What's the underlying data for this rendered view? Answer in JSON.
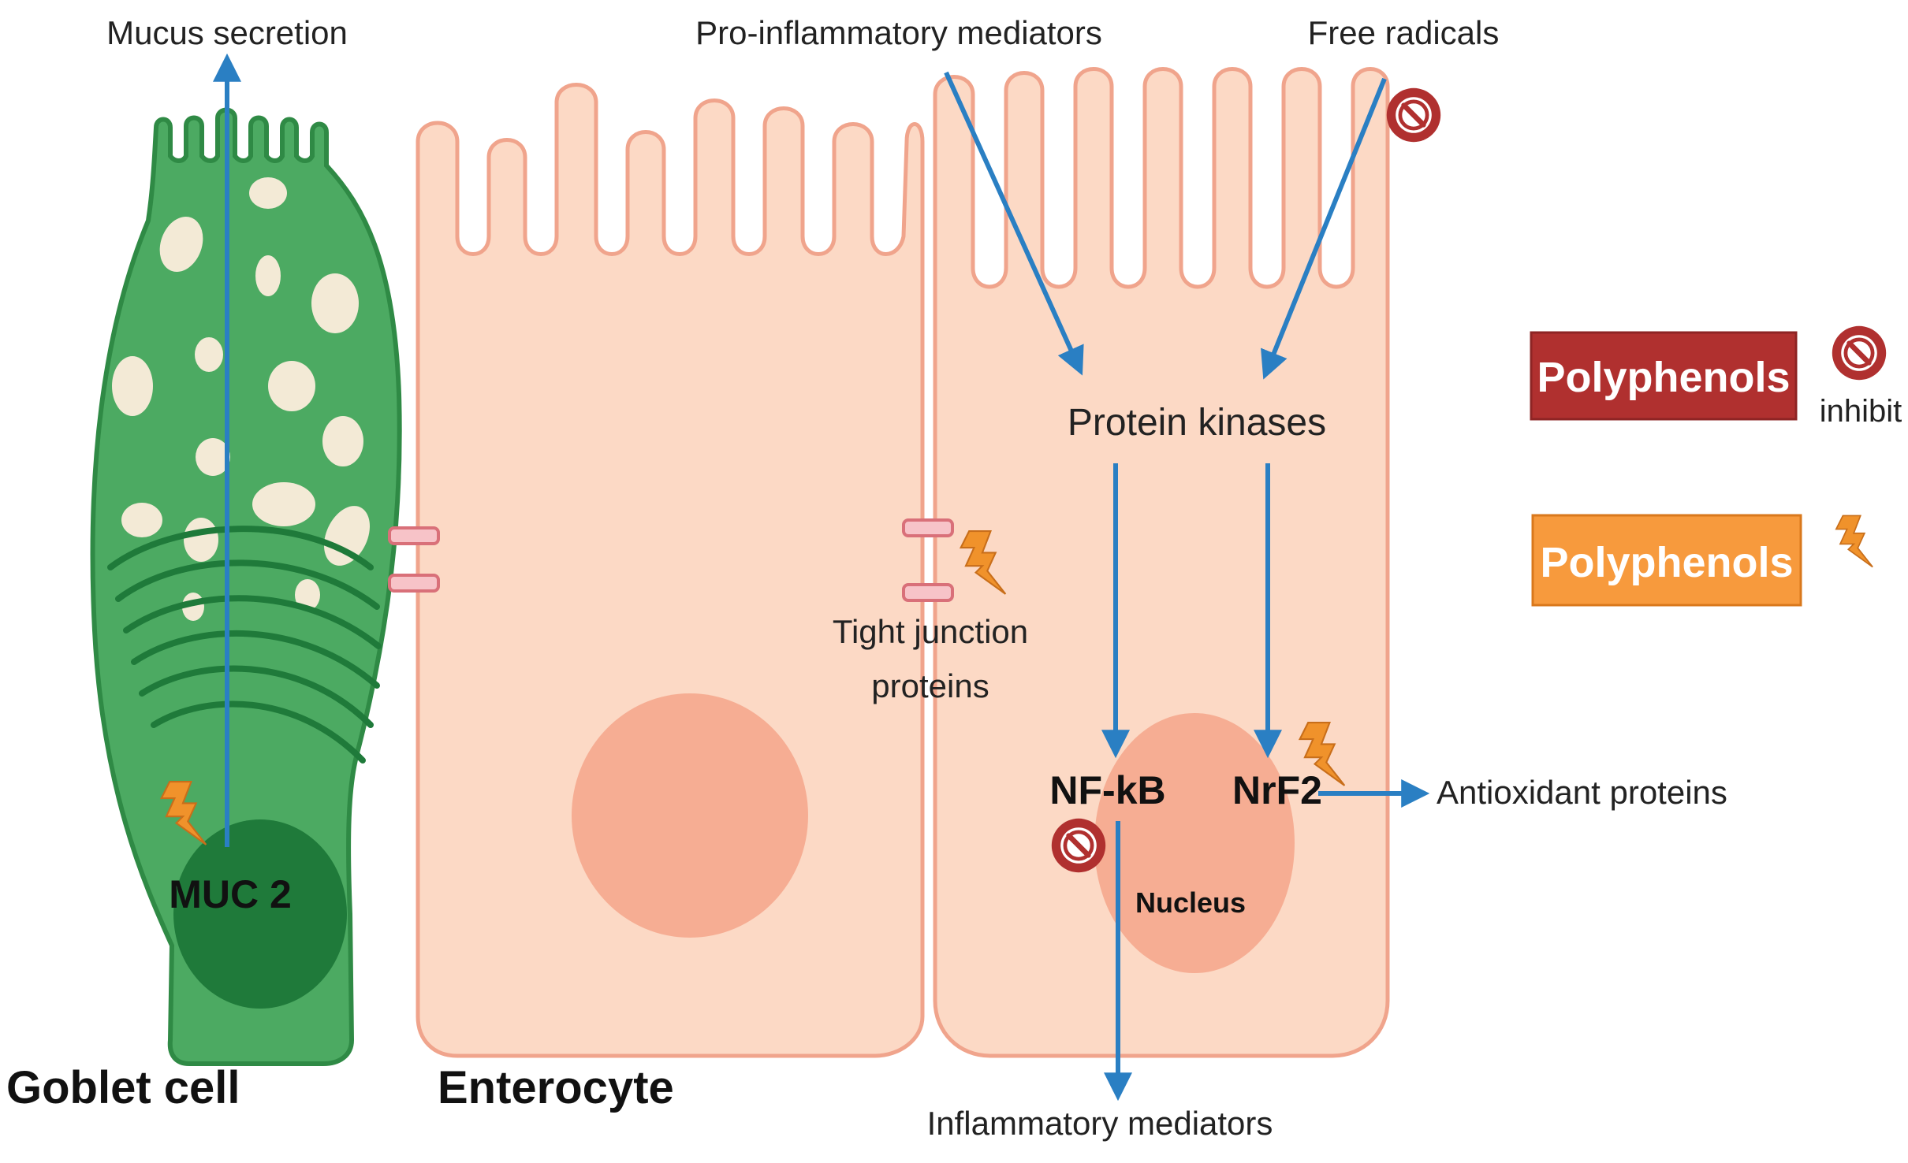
{
  "labels": {
    "mucus_secretion": "Mucus secretion",
    "pro_inflammatory": "Pro-inflammatory mediators",
    "free_radicals": "Free radicals",
    "protein_kinases": "Protein kinases",
    "tight_junction_line1": "Tight junction",
    "tight_junction_line2": "proteins",
    "nfkb": "NF-kB",
    "nrf2": "NrF2",
    "antioxidant_proteins": "Antioxidant proteins",
    "nucleus": "Nucleus",
    "inflammatory_mediators": "Inflammatory mediators",
    "muc2": "MUC 2",
    "goblet_cell": "Goblet cell",
    "enterocyte": "Enterocyte"
  },
  "legend": {
    "inhibit_box": "Polyphenols",
    "inhibit_caption": "inhibit",
    "activate_box": "Polyphenols"
  },
  "colors": {
    "goblet_fill": "#4caa62",
    "goblet_stroke": "#2f8a45",
    "muc2_nucleus": "#1f7a3a",
    "enterocyte_fill": "#fcd9c5",
    "enterocyte_stroke": "#f0a48c",
    "nucleus_fill": "#f6ad93",
    "arrow": "#2a7fc3",
    "inhibit_red": "#b0302f",
    "activate_orange": "#f79a3d",
    "bolt": "#f0922b"
  },
  "icons": [
    "inhibit-icon",
    "lightning-bolt-icon"
  ]
}
